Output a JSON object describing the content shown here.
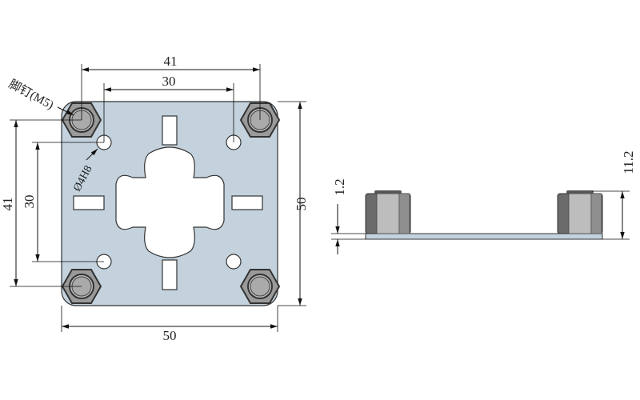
{
  "top_view": {
    "dims": {
      "top_outer": "41",
      "top_inner": "30",
      "bottom": "50",
      "left_outer": "41",
      "left_inner": "30",
      "right": "50"
    },
    "labels": {
      "foot_screw": "脚钉(M5)",
      "hole": "Ø4H8"
    }
  },
  "side_view": {
    "dims": {
      "plate_thickness": "1.2",
      "total_height": "11.2"
    }
  },
  "colors": {
    "plate": "#c3d2dd",
    "nut": "#9a9a9a"
  }
}
